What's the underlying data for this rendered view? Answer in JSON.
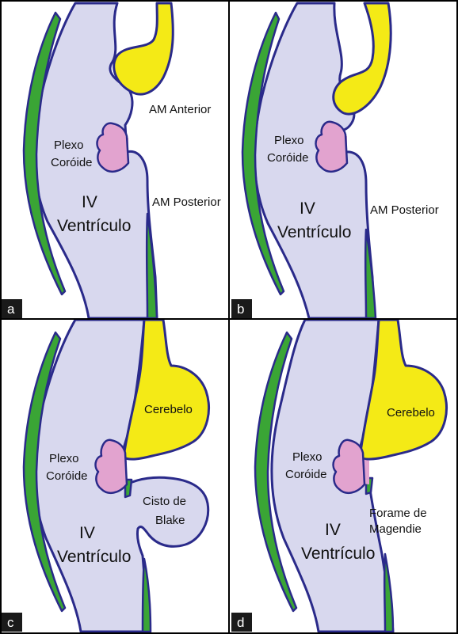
{
  "panels": {
    "a": {
      "letter": "a",
      "labels": {
        "am_anterior": "AM Anterior",
        "plexo_1": "Plexo",
        "plexo_2": "Coróide",
        "am_posterior": "AM Posterior",
        "iv": "IV",
        "ventriculo": "Ventrículo"
      }
    },
    "b": {
      "letter": "b",
      "labels": {
        "plexo_1": "Plexo",
        "plexo_2": "Coróide",
        "am_posterior": "AM Posterior",
        "iv": "IV",
        "ventriculo": "Ventrículo"
      }
    },
    "c": {
      "letter": "c",
      "labels": {
        "cerebelo": "Cerebelo",
        "plexo_1": "Plexo",
        "plexo_2": "Coróide",
        "cisto_1": "Cisto de",
        "cisto_2": "Blake",
        "iv": "IV",
        "ventriculo": "Ventrículo"
      }
    },
    "d": {
      "letter": "d",
      "labels": {
        "cerebelo": "Cerebelo",
        "plexo_1": "Plexo",
        "plexo_2": "Coróide",
        "forame_1": "Forame de",
        "forame_2": "Magendie",
        "iv": "IV",
        "ventriculo": "Ventrículo"
      }
    }
  },
  "colors": {
    "ventricle_fill": "#d8d8ee",
    "outline": "#2a2a8a",
    "green_layer": "#3aa535",
    "cerebellum_yellow": "#f4ea16",
    "choroid_plexus_pink": "#e2a3cf",
    "badge": "#1a1a1a"
  }
}
